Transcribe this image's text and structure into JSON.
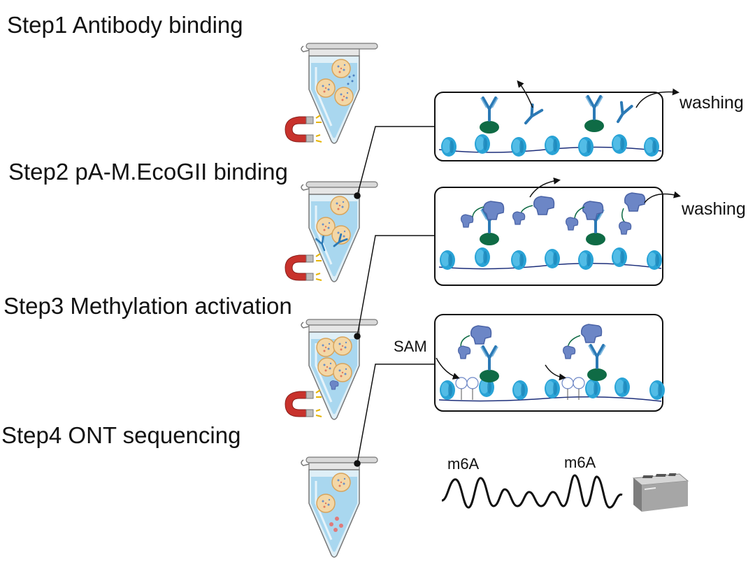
{
  "steps": [
    {
      "title": "Step1 Antibody binding"
    },
    {
      "title": "Step2 pA-M.EcoGII binding"
    },
    {
      "title": "Step3 Methylation activation"
    },
    {
      "title": "Step4 ONT sequencing"
    }
  ],
  "panels": {
    "washing_label_1": "washing",
    "washing_label_2": "washing",
    "sam_label": "SAM"
  },
  "signal": {
    "peak_label_1": "m6A",
    "peak_label_2": "m6A"
  },
  "colors": {
    "tube_liquid": "#a9d7ef",
    "nucleosome": "#29a3d6",
    "antibody": "#2b79b5",
    "target_protein": "#0f6b45",
    "enzyme": "#6c86c6",
    "magnet_red": "#c8322c",
    "sequencer": "#8a8a8a"
  },
  "icons": [
    "tube-icon",
    "magnet-icon",
    "antibody-icon",
    "nucleosome-icon",
    "enzyme-icon",
    "sequencer-icon"
  ]
}
